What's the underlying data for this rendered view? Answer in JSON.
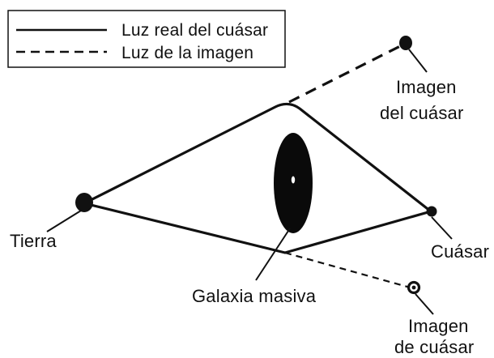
{
  "legend": {
    "solid_label": "Luz real del cuásar",
    "dashed_label": "Luz de la imagen"
  },
  "labels": {
    "earth": "Tierra",
    "quasar": "Cuásar",
    "galaxy": "Galaxia masiva",
    "image_upper_line1": "Imagen",
    "image_upper_line2": "del cuásar",
    "image_lower_line1": "Imagen",
    "image_lower_line2": "de cuásar"
  },
  "colors": {
    "ink": "#111111",
    "background": "#ffffff"
  }
}
